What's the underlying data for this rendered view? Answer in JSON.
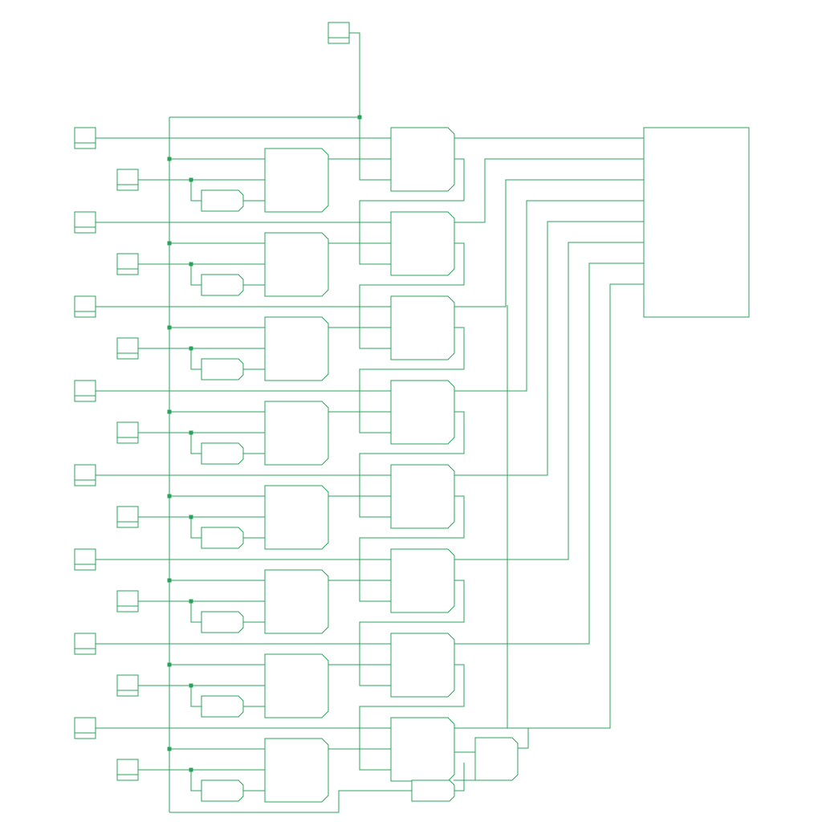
{
  "diagram": {
    "kind": "logic-circuit-schematic",
    "colors": {
      "wire": "#2aa35a",
      "junction": "#2aa35a",
      "background": "#ffffff"
    },
    "stage_count": 8,
    "inputs_per_stage": [
      "a-input-pin",
      "b-input-pin"
    ],
    "global_inputs": [
      "carry-in-pin"
    ],
    "output_block": "output-bus-block",
    "final_stage_extra_gates": [
      "carry-out-gate",
      "carry-out-or-gate"
    ],
    "labels": []
  }
}
